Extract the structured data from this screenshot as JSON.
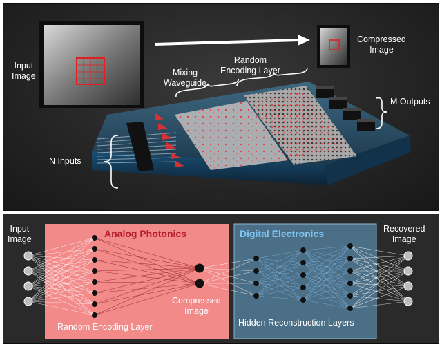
{
  "top": {
    "input_image_label": [
      "Input",
      "Image"
    ],
    "compressed_image_label": [
      "Compressed",
      "Image"
    ],
    "mixing_waveguide_label": [
      "Mixing",
      "Waveguide"
    ],
    "random_encoding_label": [
      "Random",
      "Encoding Layer"
    ],
    "m_outputs_label": "M Outputs",
    "n_inputs_label": "N Inputs"
  },
  "bottom": {
    "input_image_label": [
      "Input",
      "Image"
    ],
    "analog_title": "Analog Photonics",
    "digital_title": "Digital Electronics",
    "recovered_image_label": [
      "Recovered",
      "Image"
    ],
    "compressed_image_label": [
      "Compressed",
      "Image"
    ],
    "random_encoding_label": "Random Encoding Layer",
    "hidden_layers_label": "Hidden Reconstruction Layers",
    "colors": {
      "analog_box": "#f28a8a",
      "analog_title": "#b81c2c",
      "digital_box": "#4a6f86",
      "digital_title": "#7fc4ee"
    }
  }
}
